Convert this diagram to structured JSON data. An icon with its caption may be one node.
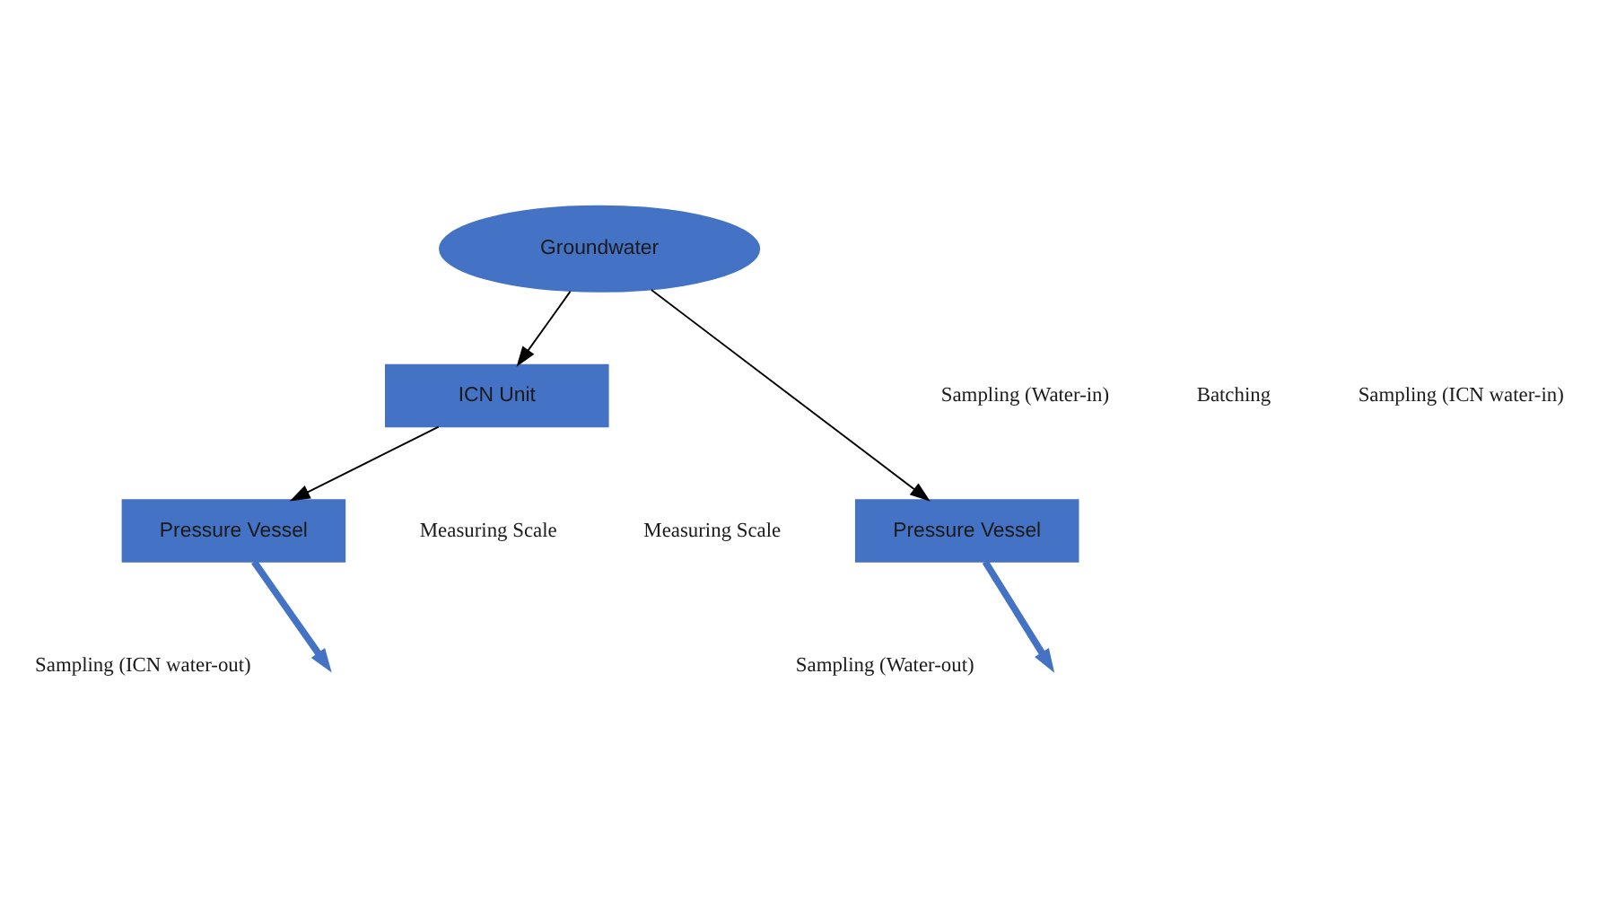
{
  "diagram": {
    "nodes": [
      {
        "text": [
          "Groundwater"
        ]
      },
      {
        "text": [
          "ICN Unit"
        ]
      },
      {
        "text": [
          "Pressure Vessel"
        ]
      },
      {
        "text": [
          "Pressure Vessel"
        ]
      }
    ],
    "edges": [
      {
        "from": 0,
        "to": 2,
        "arrow": "to"
      },
      {
        "from": 0,
        "to": 1,
        "arrow": "to"
      },
      {
        "from": 1,
        "to": 3,
        "arrow": "to"
      },
      {
        "from": 2,
        "to": null,
        "arrow": "to",
        "style": "thick",
        "color": "#4472c4"
      },
      {
        "from": 3,
        "to": null,
        "arrow": "to",
        "style": "thick",
        "color": "#4472c4"
      }
    ],
    "labels": [
      "Sampling (Water-in)",
      "Batching",
      "Sampling (ICN water-in)",
      "Measuring Scale",
      "Measuring Scale",
      "Sampling (Water-out)",
      "Sampling (ICN water-out)"
    ]
  }
}
